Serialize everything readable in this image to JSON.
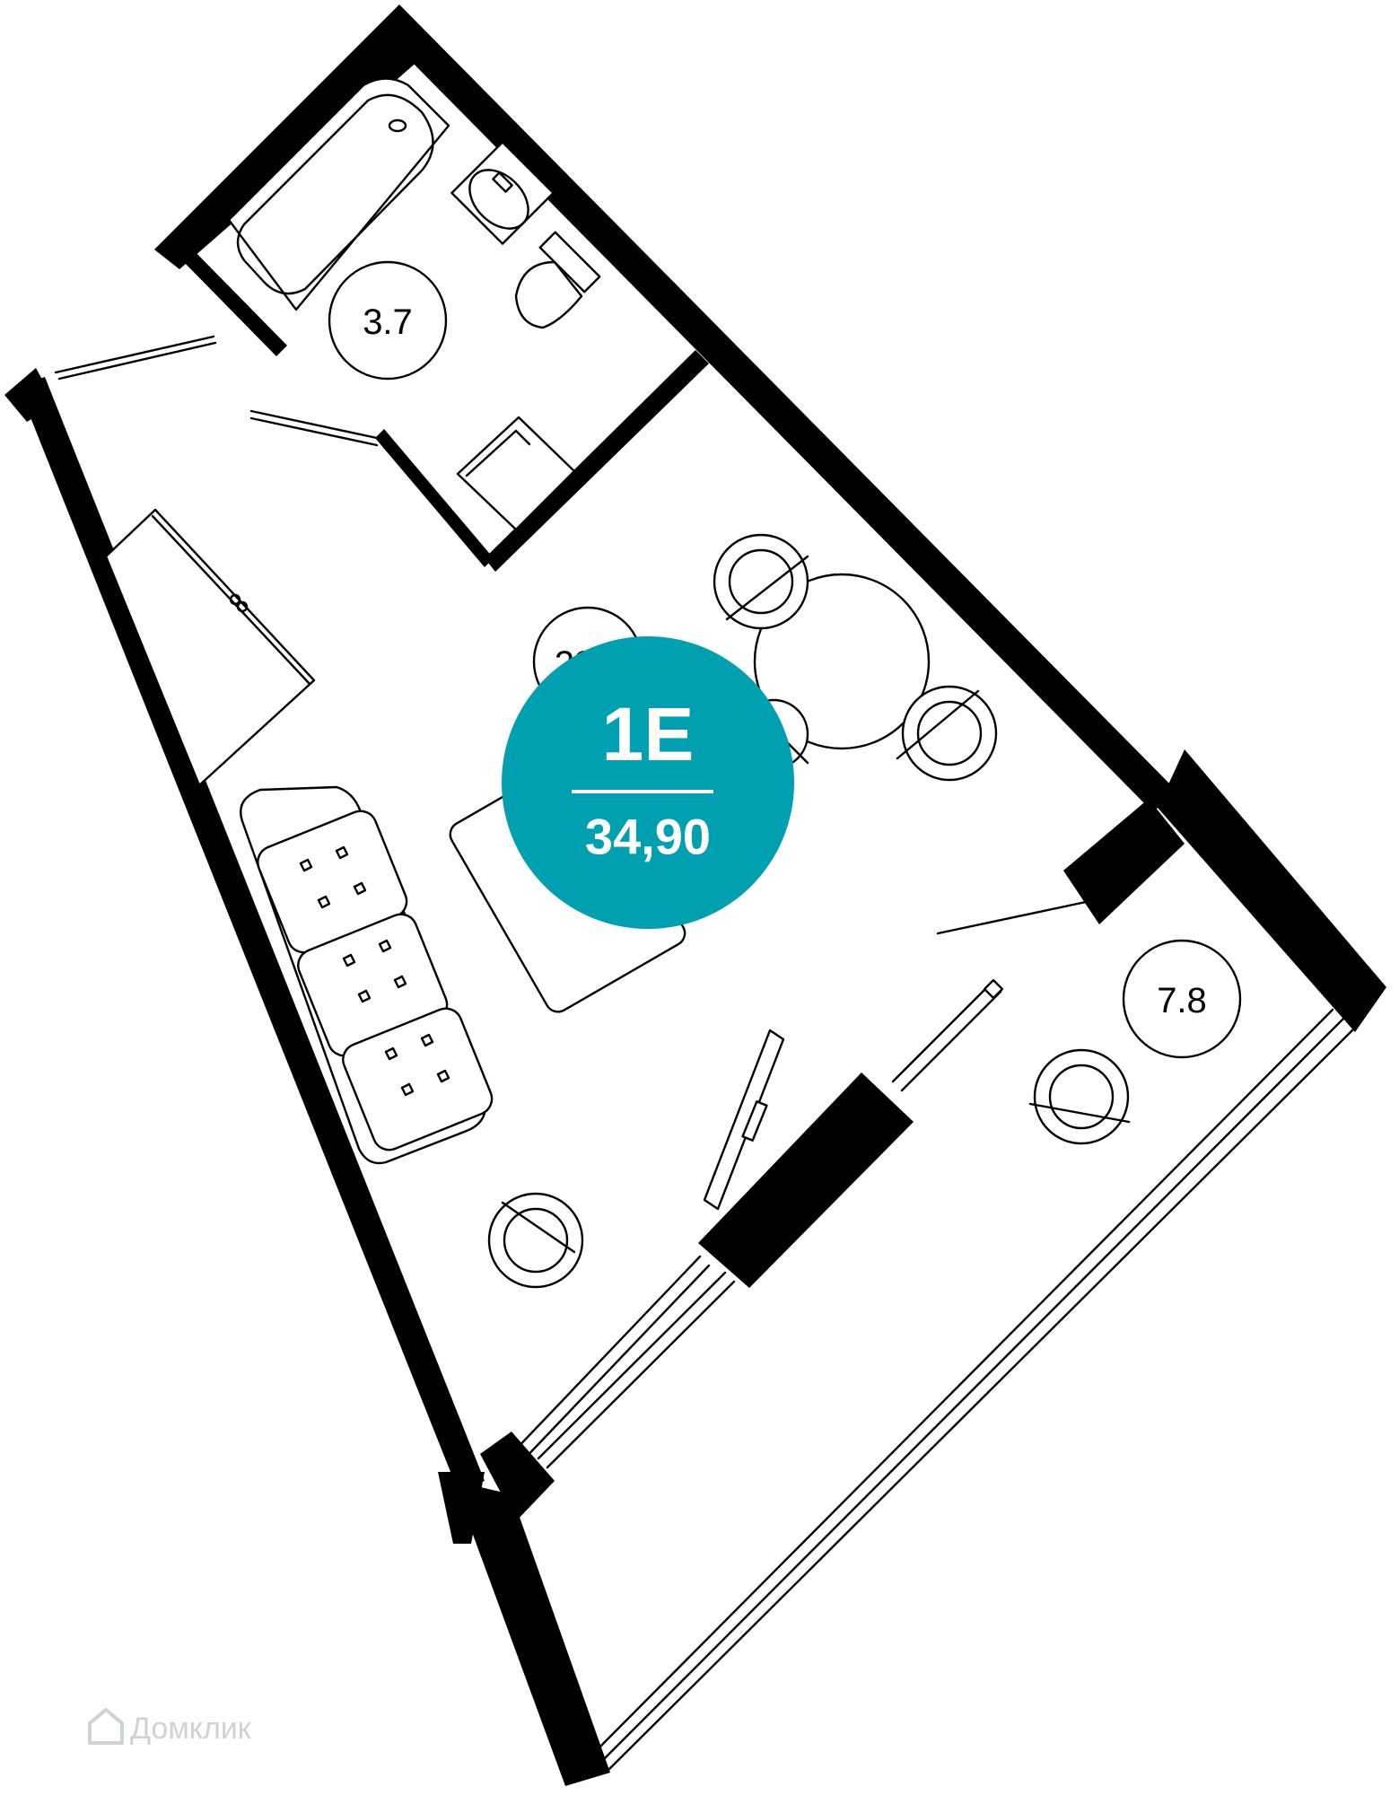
{
  "badge": {
    "code": "1E",
    "area": "34,90",
    "color": "#00a0b0"
  },
  "rooms": [
    {
      "id": "bathroom",
      "label": "3.7"
    },
    {
      "id": "living",
      "label": "23"
    },
    {
      "id": "balcony",
      "label": "7.8"
    }
  ],
  "watermark": {
    "text": "Домклик",
    "icon": "house-icon",
    "color": "#cfd3d6"
  },
  "colors": {
    "wall": "#000000",
    "line": "#000000",
    "background": "#ffffff"
  }
}
